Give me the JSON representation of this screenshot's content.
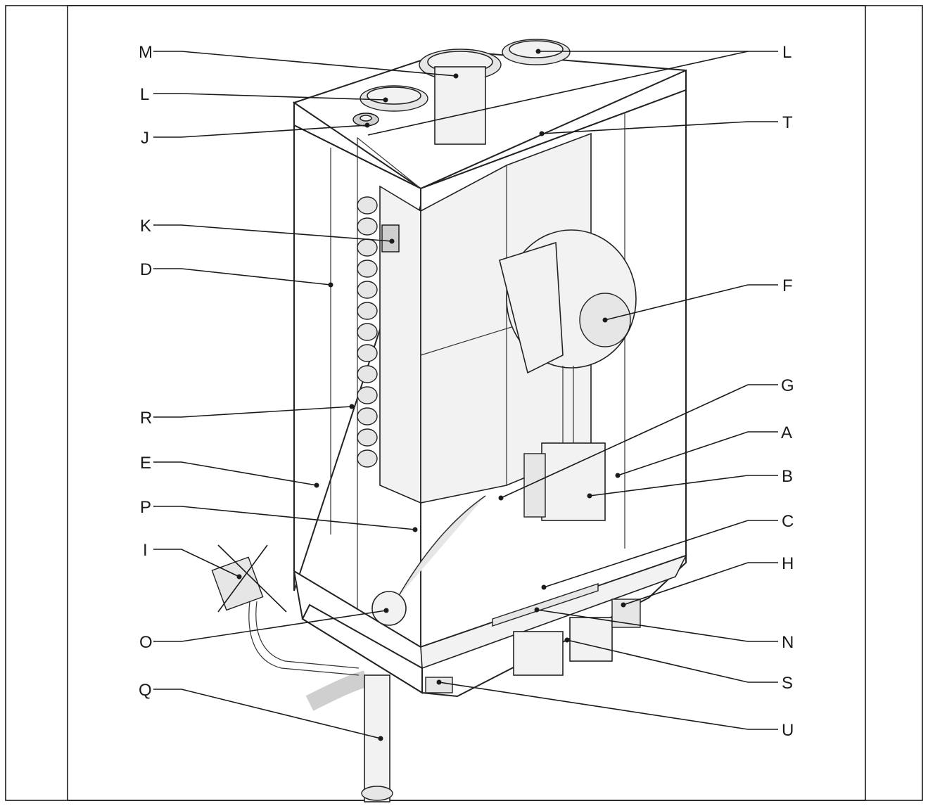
{
  "figure": {
    "labels": {
      "M": "M",
      "L_left": "L",
      "L_right": "L",
      "J": "J",
      "T": "T",
      "K": "K",
      "D": "D",
      "F": "F",
      "G": "G",
      "R": "R",
      "A": "A",
      "E": "E",
      "B": "B",
      "P": "P",
      "C": "C",
      "I": "I",
      "H": "H",
      "O": "O",
      "N": "N",
      "S": "S",
      "Q": "Q",
      "U": "U"
    }
  }
}
